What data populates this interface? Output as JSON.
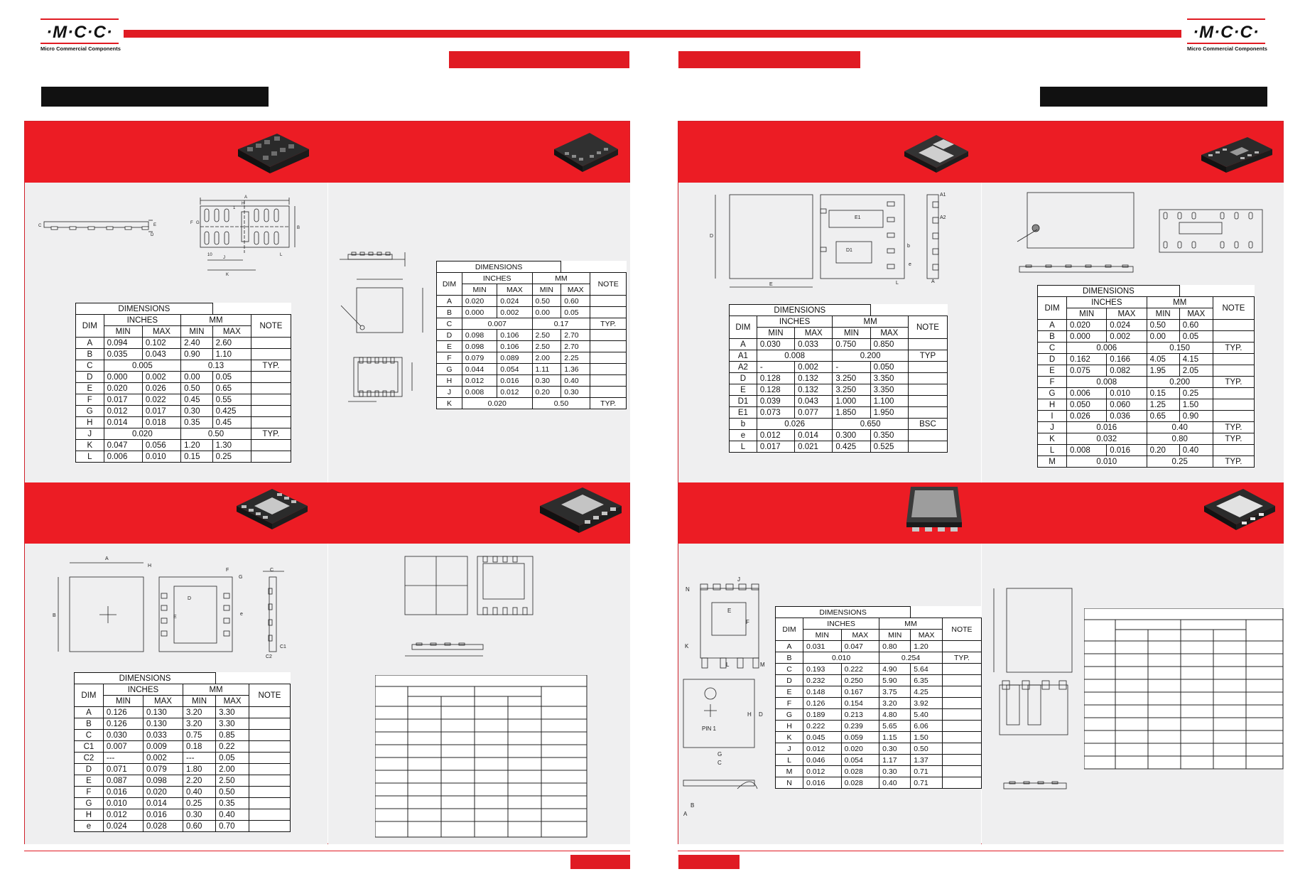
{
  "header": {
    "logo_text": "·M·C·C·",
    "logo_subtitle": "Micro Commercial Components",
    "brand_red": "#e01b23",
    "band_red": "#ec1c24",
    "panel_grey": "#efeff0"
  },
  "tables": {
    "t1": {
      "title": "DIMENSIONS",
      "h_dim": "DIM",
      "h_inches": "INCHES",
      "h_mm": "MM",
      "h_note": "NOTE",
      "h_min": "MIN",
      "h_max": "MAX",
      "rows": [
        [
          "A",
          "0.094",
          "0.102",
          "2.40",
          "2.60",
          ""
        ],
        [
          "B",
          "0.035",
          "0.043",
          "0.90",
          "1.10",
          ""
        ],
        [
          "C",
          "0.005",
          "",
          "0.13",
          "",
          "TYP."
        ],
        [
          "D",
          "0.000",
          "0.002",
          "0.00",
          "0.05",
          ""
        ],
        [
          "E",
          "0.020",
          "0.026",
          "0.50",
          "0.65",
          ""
        ],
        [
          "F",
          "0.017",
          "0.022",
          "0.45",
          "0.55",
          ""
        ],
        [
          "G",
          "0.012",
          "0.017",
          "0.30",
          "0.425",
          ""
        ],
        [
          "H",
          "0.014",
          "0.018",
          "0.35",
          "0.45",
          ""
        ],
        [
          "J",
          "0.020",
          "",
          "0.50",
          "",
          "TYP."
        ],
        [
          "K",
          "0.047",
          "0.056",
          "1.20",
          "1.30",
          ""
        ],
        [
          "L",
          "0.006",
          "0.010",
          "0.15",
          "0.25",
          ""
        ]
      ]
    },
    "t2": {
      "title": "DIMENSIONS",
      "h_dim": "DIM",
      "h_inches": "INCHES",
      "h_mm": "MM",
      "h_note": "NOTE",
      "h_min": "MIN",
      "h_max": "MAX",
      "rows": [
        [
          "A",
          "0.020",
          "0.024",
          "0.50",
          "0.60",
          ""
        ],
        [
          "B",
          "0.000",
          "0.002",
          "0.00",
          "0.05",
          ""
        ],
        [
          "C",
          "0.007",
          "",
          "0.17",
          "",
          "TYP."
        ],
        [
          "D",
          "0.098",
          "0.106",
          "2.50",
          "2.70",
          ""
        ],
        [
          "E",
          "0.098",
          "0.106",
          "2.50",
          "2.70",
          ""
        ],
        [
          "F",
          "0.079",
          "0.089",
          "2.00",
          "2.25",
          ""
        ],
        [
          "G",
          "0.044",
          "0.054",
          "1.11",
          "1.36",
          ""
        ],
        [
          "H",
          "0.012",
          "0.016",
          "0.30",
          "0.40",
          ""
        ],
        [
          "J",
          "0.008",
          "0.012",
          "0.20",
          "0.30",
          ""
        ],
        [
          "K",
          "0.020",
          "",
          "0.50",
          "",
          "TYP."
        ]
      ]
    },
    "t3": {
      "title": "DIMENSIONS",
      "h_dim": "DIM",
      "h_inches": "INCHES",
      "h_mm": "MM",
      "h_note": "NOTE",
      "h_min": "MIN",
      "h_max": "MAX",
      "rows": [
        [
          "A",
          "0.126",
          "0.130",
          "3.20",
          "3.30",
          ""
        ],
        [
          "B",
          "0.126",
          "0.130",
          "3.20",
          "3.30",
          ""
        ],
        [
          "C",
          "0.030",
          "0.033",
          "0.75",
          "0.85",
          ""
        ],
        [
          "C1",
          "0.007",
          "0.009",
          "0.18",
          "0.22",
          ""
        ],
        [
          "C2",
          "---",
          "0.002",
          "---",
          "0.05",
          ""
        ],
        [
          "D",
          "0.071",
          "0.079",
          "1.80",
          "2.00",
          ""
        ],
        [
          "E",
          "0.087",
          "0.098",
          "2.20",
          "2.50",
          ""
        ],
        [
          "F",
          "0.016",
          "0.020",
          "0.40",
          "0.50",
          ""
        ],
        [
          "G",
          "0.010",
          "0.014",
          "0.25",
          "0.35",
          ""
        ],
        [
          "H",
          "0.012",
          "0.016",
          "0.30",
          "0.40",
          ""
        ],
        [
          "e",
          "0.024",
          "0.028",
          "0.60",
          "0.70",
          ""
        ]
      ]
    },
    "t4": {
      "title": "DIMENSIONS",
      "h_dim": "DIM",
      "h_inches": "INCHES",
      "h_mm": "MM",
      "h_note": "NOTE",
      "h_min": "MIN",
      "h_max": "MAX",
      "rows": [
        [
          "A",
          "0.030",
          "0.033",
          "0.750",
          "0.850",
          ""
        ],
        [
          "A1",
          "0.008",
          "",
          "0.200",
          "",
          "TYP"
        ],
        [
          "A2",
          "-",
          "0.002",
          "-",
          "0.050",
          ""
        ],
        [
          "D",
          "0.128",
          "0.132",
          "3.250",
          "3.350",
          ""
        ],
        [
          "E",
          "0.128",
          "0.132",
          "3.250",
          "3.350",
          ""
        ],
        [
          "D1",
          "0.039",
          "0.043",
          "1.000",
          "1.100",
          ""
        ],
        [
          "E1",
          "0.073",
          "0.077",
          "1.850",
          "1.950",
          ""
        ],
        [
          "b",
          "0.026",
          "",
          "0.650",
          "",
          "BSC"
        ],
        [
          "e",
          "0.012",
          "0.014",
          "0.300",
          "0.350",
          ""
        ],
        [
          "L",
          "0.017",
          "0.021",
          "0.425",
          "0.525",
          ""
        ]
      ]
    },
    "t5": {
      "title": "DIMENSIONS",
      "h_dim": "DIM",
      "h_inches": "INCHES",
      "h_mm": "MM",
      "h_note": "NOTE",
      "h_min": "MIN",
      "h_max": "MAX",
      "rows": [
        [
          "A",
          "0.020",
          "0.024",
          "0.50",
          "0.60",
          ""
        ],
        [
          "B",
          "0.000",
          "0.002",
          "0.00",
          "0.05",
          ""
        ],
        [
          "C",
          "0.006",
          "",
          "0.150",
          "",
          "TYP."
        ],
        [
          "D",
          "0.162",
          "0.166",
          "4.05",
          "4.15",
          ""
        ],
        [
          "E",
          "0.075",
          "0.082",
          "1.95",
          "2.05",
          ""
        ],
        [
          "F",
          "0.008",
          "",
          "0.200",
          "",
          "TYP."
        ],
        [
          "G",
          "0.006",
          "0.010",
          "0.15",
          "0.25",
          ""
        ],
        [
          "H",
          "0.050",
          "0.060",
          "1.25",
          "1.50",
          ""
        ],
        [
          "I",
          "0.026",
          "0.036",
          "0.65",
          "0.90",
          ""
        ],
        [
          "J",
          "0.016",
          "",
          "0.40",
          "",
          "TYP."
        ],
        [
          "K",
          "0.032",
          "",
          "0.80",
          "",
          "TYP."
        ],
        [
          "L",
          "0.008",
          "0.016",
          "0.20",
          "0.40",
          ""
        ],
        [
          "M",
          "0.010",
          "",
          "0.25",
          "",
          "TYP."
        ]
      ]
    },
    "t6": {
      "title": "DIMENSIONS",
      "h_dim": "DIM",
      "h_inches": "INCHES",
      "h_mm": "MM",
      "h_note": "NOTE",
      "h_min": "MIN",
      "h_max": "MAX",
      "rows": [
        [
          "A",
          "0.031",
          "0.047",
          "0.80",
          "1.20",
          ""
        ],
        [
          "B",
          "0.010",
          "",
          "0.254",
          "",
          "TYP."
        ],
        [
          "C",
          "0.193",
          "0.222",
          "4.90",
          "5.64",
          ""
        ],
        [
          "D",
          "0.232",
          "0.250",
          "5.90",
          "6.35",
          ""
        ],
        [
          "E",
          "0.148",
          "0.167",
          "3.75",
          "4.25",
          ""
        ],
        [
          "F",
          "0.126",
          "0.154",
          "3.20",
          "3.92",
          ""
        ],
        [
          "G",
          "0.189",
          "0.213",
          "4.80",
          "5.40",
          ""
        ],
        [
          "H",
          "0.222",
          "0.239",
          "5.65",
          "6.06",
          ""
        ],
        [
          "K",
          "0.045",
          "0.059",
          "1.15",
          "1.50",
          ""
        ],
        [
          "J",
          "0.012",
          "0.020",
          "0.30",
          "0.50",
          ""
        ],
        [
          "L",
          "0.046",
          "0.054",
          "1.17",
          "1.37",
          ""
        ],
        [
          "M",
          "0.012",
          "0.028",
          "0.30",
          "0.71",
          ""
        ],
        [
          "N",
          "0.016",
          "0.028",
          "0.40",
          "0.71",
          ""
        ]
      ]
    }
  },
  "drawing_labels": {
    "pkg1": [
      "A",
      "B",
      "C",
      "D",
      "E",
      "F",
      "G",
      "H",
      "J",
      "K",
      "L",
      "1",
      "10"
    ],
    "pkg2": [
      "A1",
      "A2",
      "E1",
      "D1",
      "D",
      "E",
      "L",
      "A",
      "b",
      "e"
    ],
    "pkg3": [
      "A",
      "B",
      "H",
      "F",
      "G",
      "D",
      "E",
      "e",
      "C",
      "C1",
      "C2"
    ],
    "pkg6": [
      "N",
      "J",
      "E",
      "F",
      "K",
      "L",
      "M",
      "D",
      "H",
      "G",
      "C",
      "PIN 1",
      "A",
      "B"
    ]
  }
}
